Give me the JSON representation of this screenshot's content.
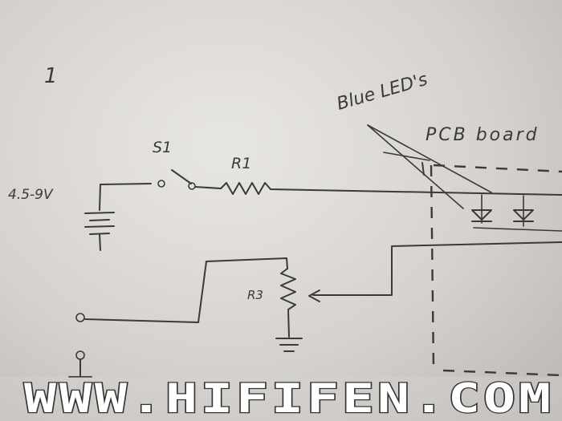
{
  "labels": {
    "page_number": "1",
    "battery_voltage": "4.5-9V",
    "switch": "S1",
    "resistor_r1": "R1",
    "resistor_r3": "R3",
    "leds": "Blue LED's",
    "pcb": "PCB board"
  },
  "watermark": {
    "text": "WWW.HIFIFEN.COM"
  },
  "colors": {
    "ink": "#3a3a3a",
    "paper": "#e8e6e3"
  }
}
